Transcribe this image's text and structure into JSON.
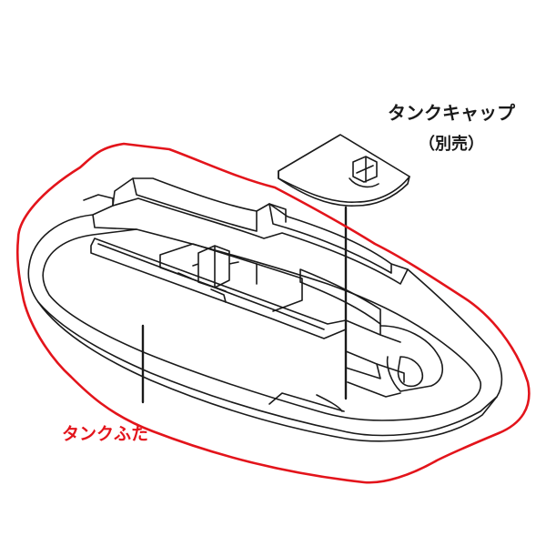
{
  "colors": {
    "line": "#1a1a1a",
    "highlight": "#e3141b",
    "background": "#ffffff"
  },
  "labels": {
    "tank_cap": "タンクキャップ",
    "sold_separately": "（別売）",
    "tank_lid": "タンクふた"
  }
}
